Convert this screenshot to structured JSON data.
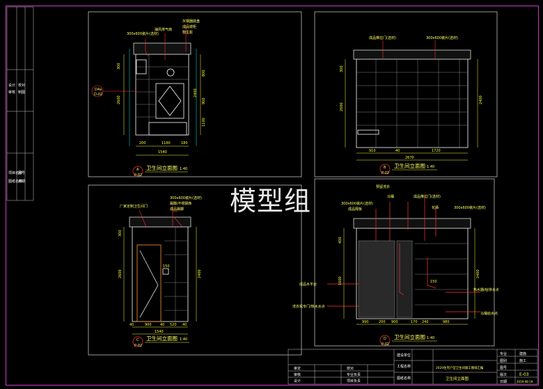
{
  "watermark": "模型组",
  "views": {
    "a": {
      "title": "卫生间立面图",
      "scale": "1:40",
      "letter": "A",
      "ref": "P-02",
      "notes": [
        "300x600瓷片(选材)",
        "抽风排气扇",
        "灰钢器底盘",
        "成品镜柜",
        "衡生柜"
      ],
      "dims_h": [
        "200",
        "1160",
        "180",
        "1540"
      ],
      "dims_v": [
        "300",
        "2600",
        "800",
        "900",
        "1100",
        "2400"
      ],
      "side_tag": "D4a",
      "side_ref": "D-02"
    },
    "b": {
      "title": "卫生间立面图",
      "scale": "1:40",
      "letter": "B",
      "ref": "P-02",
      "notes": [
        "成品推拉门(选材)",
        "300x600瓷片(选材)"
      ],
      "dims_h": [
        "910",
        "40",
        "1720",
        "2670"
      ],
      "dims_v": [
        "300",
        "2600",
        "2400"
      ]
    },
    "c": {
      "title": "卫生间立面图",
      "scale": "1:40",
      "letter": "C",
      "ref": "P-02",
      "notes": [
        "厂家定制卫生间门",
        "300x600瓷片(选材)",
        "踢脚/不锈钢条",
        "成品踢脚"
      ],
      "dims_h": [
        "40",
        "900",
        "40",
        "520",
        "40",
        "1540"
      ],
      "dims_v": [
        "300",
        "2600",
        "2400",
        "150"
      ]
    },
    "d": {
      "title": "卫生间立面图",
      "scale": "1:40",
      "letter": "D",
      "ref": "P-02",
      "notes": [
        "300x600瓷片(选材)",
        "成品隔板",
        "预留洗衣",
        "马桶",
        "成品推拉门(选材)",
        "花洒",
        "300x600瓷片(选材)",
        "成品水平台",
        "洗衣机专门/热水水点",
        "热水器/给排水点",
        "马桶给水点"
      ],
      "dims_h": [
        "990",
        "200",
        "900",
        "170",
        "240",
        "980"
      ],
      "dims_v": [
        "400",
        "1600",
        "2400",
        "150"
      ]
    }
  },
  "left_strip": {
    "top": [
      "设计",
      "审核",
      "校对",
      "制图"
    ],
    "bottom": [
      "项目名称",
      "图纸名称",
      "图号",
      "日期"
    ]
  },
  "title_block": {
    "left": [
      "审定",
      "审核",
      "设计",
      "校对",
      "专业负责",
      "项目负责"
    ],
    "mid": [
      "建设单位",
      "工程名称",
      "图纸名称"
    ],
    "project": "2020住宅户型卫生间施工图纸汇编",
    "drawing": "卫生间立面图",
    "right_labels": [
      "专业",
      "图别",
      "图号",
      "版次",
      "日期"
    ],
    "right_values": [
      "建施",
      "施工",
      "",
      ""
    ],
    "number": "E-03",
    "date": "2019-08-19"
  },
  "colors": {
    "frame": "#c83cc8",
    "wall": "#ffffff",
    "dim": "#ffff33",
    "leader": "#ff3333",
    "panel": "#00c8c8"
  }
}
